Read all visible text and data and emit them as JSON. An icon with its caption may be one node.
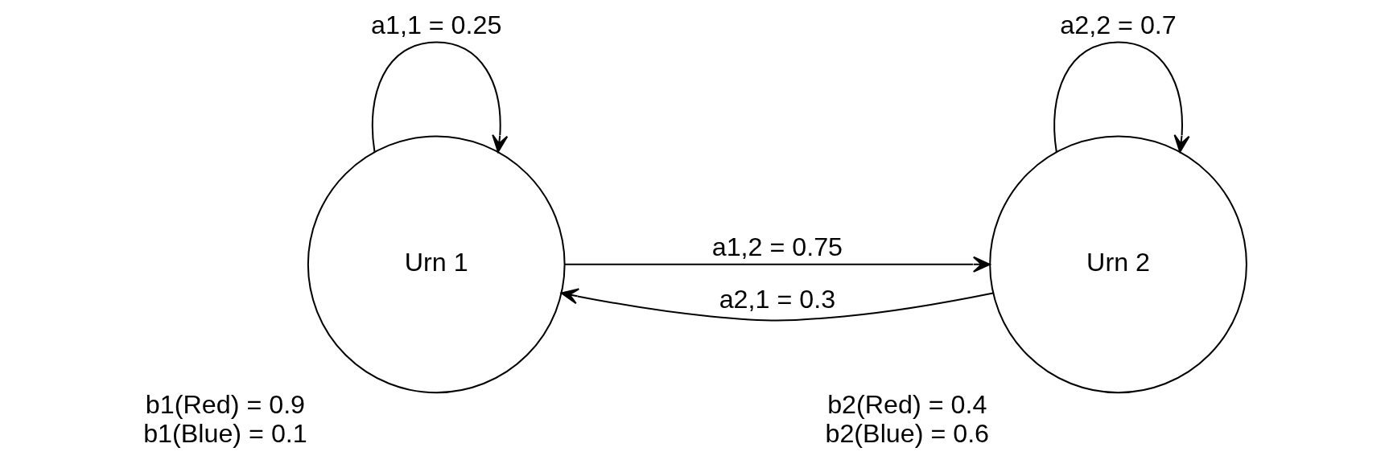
{
  "diagram": {
    "nodes": [
      {
        "text": [
          "Urn 1"
        ],
        "beside": [
          "b1(Red) = 0.9",
          "b1(Blue) = 0.1"
        ]
      },
      {
        "text": [
          "Urn 2"
        ],
        "beside": [
          "b2(Red) = 0.4",
          "b2(Blue) = 0.6"
        ]
      }
    ],
    "edges": [
      {
        "from": 0,
        "to": 0,
        "arrow": "to",
        "label": "a1,1 = 0.25"
      },
      {
        "from": 0,
        "to": 1,
        "arrow": "to",
        "label": "a1,2 = 0.75"
      },
      {
        "from": 1,
        "to": 0,
        "arrow": "to",
        "label": "a2,1 = 0.3"
      },
      {
        "from": 1,
        "to": 1,
        "arrow": "to",
        "label": "a2,2 = 0.7"
      }
    ]
  }
}
